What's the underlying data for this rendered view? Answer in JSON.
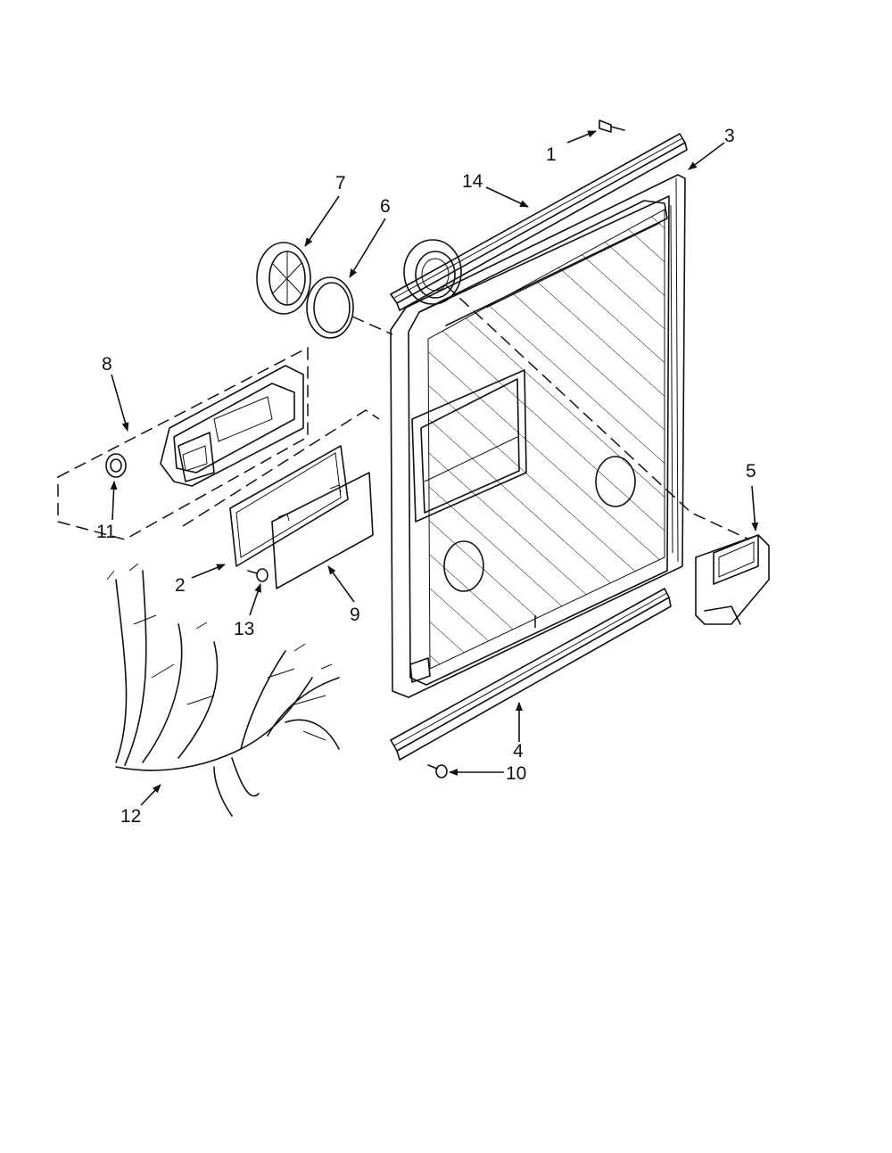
{
  "diagram": {
    "colors": {
      "ink": "#111111",
      "paper": "#ffffff"
    },
    "callouts": [
      {
        "id": "1",
        "label": "1"
      },
      {
        "id": "2",
        "label": "2"
      },
      {
        "id": "3",
        "label": "3"
      },
      {
        "id": "4",
        "label": "4"
      },
      {
        "id": "5",
        "label": "5"
      },
      {
        "id": "6",
        "label": "6"
      },
      {
        "id": "7",
        "label": "7"
      },
      {
        "id": "8",
        "label": "8"
      },
      {
        "id": "9",
        "label": "9"
      },
      {
        "id": "10",
        "label": "10"
      },
      {
        "id": "11",
        "label": "11"
      },
      {
        "id": "12",
        "label": "12"
      },
      {
        "id": "13",
        "label": "13"
      },
      {
        "id": "14",
        "label": "14"
      }
    ]
  }
}
